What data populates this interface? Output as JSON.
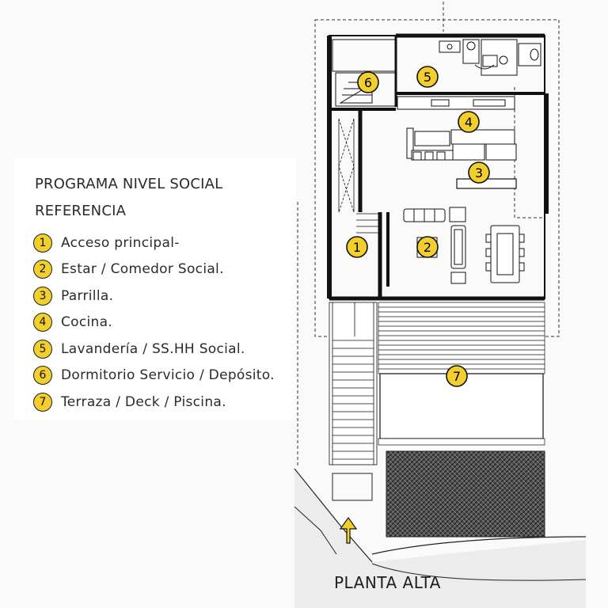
{
  "legend": {
    "title_line1": "PROGRAMA NIVEL SOCIAL",
    "title_line2": "REFERENCIA",
    "items": [
      {
        "number": "1",
        "label": "Acceso principal-"
      },
      {
        "number": "2",
        "label": "Estar / Comedor Social."
      },
      {
        "number": "3",
        "label": "Parrilla."
      },
      {
        "number": "4",
        "label": "Cocina."
      },
      {
        "number": "5",
        "label": "Lavandería / SS.HH Social."
      },
      {
        "number": "6",
        "label": "Dormitorio Servicio / Depósito."
      },
      {
        "number": "7",
        "label": "Terraza / Deck / Piscina."
      }
    ]
  },
  "plan": {
    "caption": "PLANTA ALTA",
    "marker_color": "#f3cf2e",
    "markers": [
      "1",
      "2",
      "3",
      "4",
      "5",
      "6",
      "7"
    ],
    "arrow_color": "#f3cf2e",
    "pattern": "parking-texture"
  }
}
